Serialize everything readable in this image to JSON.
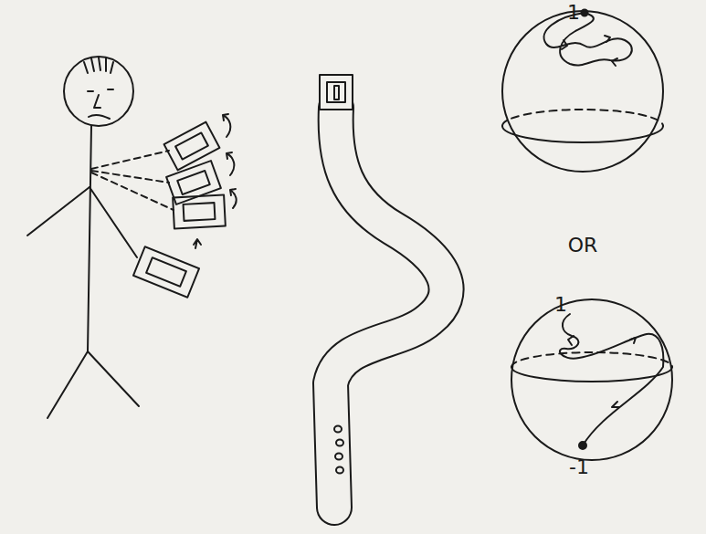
{
  "diagram": {
    "labels": [
      "1",
      "OR",
      "1",
      "-1"
    ]
  }
}
